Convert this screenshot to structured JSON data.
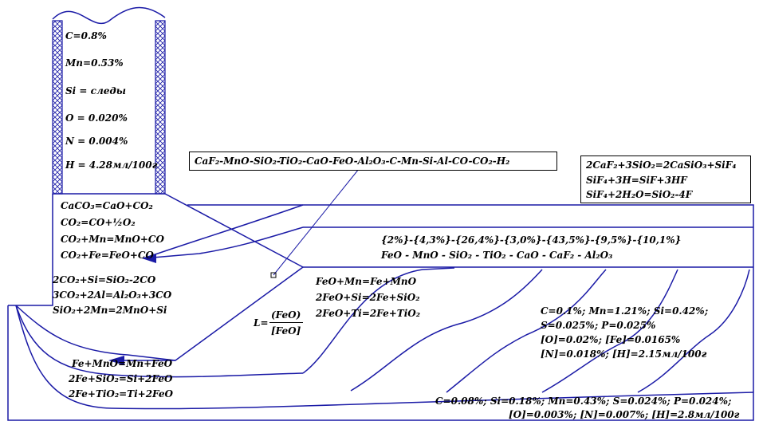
{
  "electrode": {
    "carbon": "C=0.8%",
    "manganese": "Mn=0.53%",
    "silicon": "Si = следы",
    "oxygen": "O = 0.020%",
    "nitrogen": "N = 0.004%",
    "hydrogen": "H = 4.28мл/100г"
  },
  "flux_system": "CaF₂-MnO-SiO₂-TiO₂-CaO-FeO-Al₂O₃-C-Mn-Si-Al-CO-CO₂-H₂",
  "fluoride_reactions": [
    "2CaF₂+3SiO₂=2CaSiO₃+SiF₄",
    "SiF₄+3H=SiF+3HF",
    "SiF₄+2H₂O=SiO₂-4F"
  ],
  "arc_reactions_top": [
    "CaCO₃=CaO+CO₂",
    "CO₂=CO+½O₂",
    "CO₂+Mn=MnO+CO",
    "CO₂+Fe=FeO+CO"
  ],
  "arc_reactions_bottom": [
    "2CO₂+Si=SiO₂-2CO",
    "3CO₂+2Al=Al₂O₃+3CO",
    "SiO₂+2Mn=2MnO+Si"
  ],
  "slag_composition": {
    "percents": "{2%}-{4,3%}-{26,4%}-{3,0%}-{43,5%}-{9,5%}-{10,1%}",
    "oxides": "FeO - MnO - SiO₂ - TiO₂ - CaO - CaF₂ - Al₂O₃"
  },
  "slag_reactions": [
    "FeO+Mn=Fe+MnO",
    "2FeO+Si=2Fe+SiO₂",
    "2FeO+Ti=2Fe+TiO₂"
  ],
  "distribution": {
    "lhs": "L=",
    "numerator": "(FeO)",
    "denominator": "[FeO]"
  },
  "metal_reactions": [
    "Fe+MnO=Mn+FeO",
    "2Fe+SiO₂=Si+2FeO",
    "2Fe+TiO₂=Ti+2FeO"
  ],
  "weld_pool": [
    "C=0.1%; Mn=1.21%; Si=0.42%;",
    "S=0.025%; P=0.025%",
    "[O]=0.02%; [Fe]=0.0165%",
    "[N]=0.018%; [H]=2.15мл/100г"
  ],
  "weld_metal": [
    "C=0.08%; Si=0.18%; Mn=0.43%; S=0.024%; P=0.024%;",
    "[O]=0.003%; [N]=0.007%; [H]=2.8мл/100г"
  ],
  "colors": {
    "outline": "#1a1aa6",
    "hatch": "#1a1aa6",
    "text": "#000000"
  }
}
